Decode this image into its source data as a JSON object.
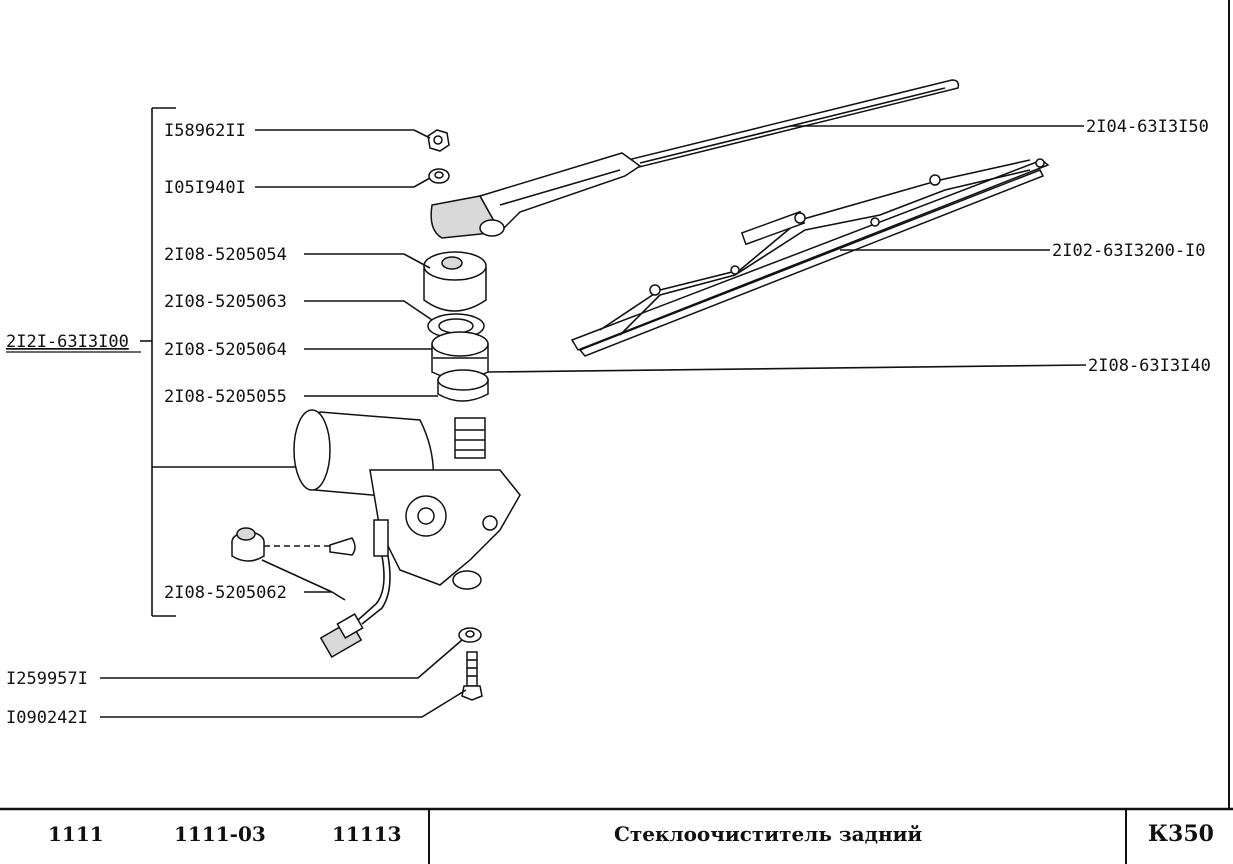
{
  "labels": {
    "nut": "I58962II",
    "washer_top": "I05I940I",
    "cap": "2I08-5205054",
    "ring": "2I08-5205063",
    "bushing": "2I08-5205064",
    "seal": "2I08-5205055",
    "assembly": "2I2I-63I3I00",
    "grommet": "2I08-5205062",
    "washer_bottom": "I259957I",
    "bolt": "I090242I",
    "arm": "2I04-63I3I50",
    "blade": "2I02-63I3200-I0",
    "arm_assembly": "2I08-63I3I40"
  },
  "footer": {
    "model1": "1111",
    "model2": "1111-03",
    "model3": "11113",
    "title": "Стеклоочиститель задний",
    "code": "К350"
  }
}
